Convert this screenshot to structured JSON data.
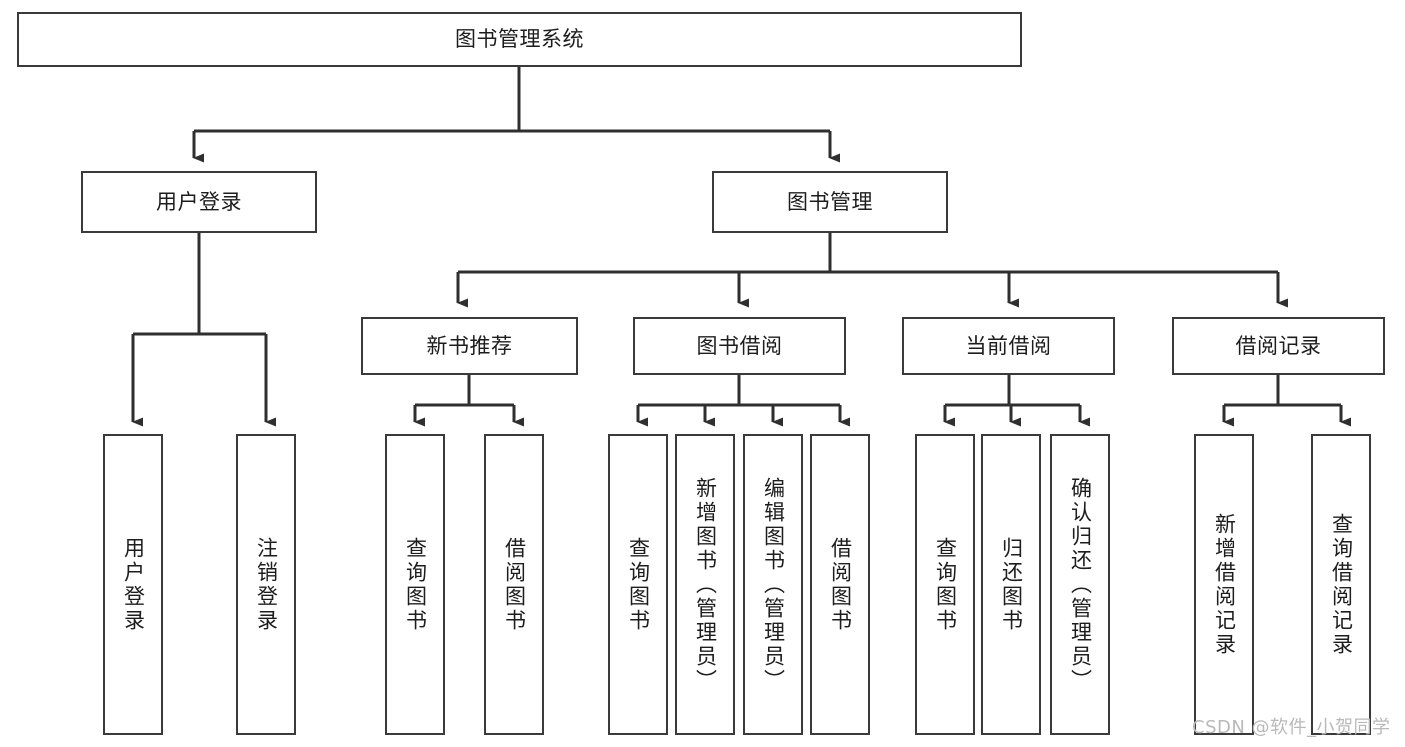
{
  "diagram": {
    "title": "图书管理系统",
    "type": "功能结构图",
    "colors": {
      "border": "#3a3a3a",
      "background": "#ffffff",
      "text": "#1d1d1d",
      "edge": "#2f2f2f",
      "watermark": "#b9b9b9"
    },
    "root": {
      "label": "图书管理系统"
    },
    "level2": [
      {
        "label": "用户登录"
      },
      {
        "label": "图书管理"
      }
    ],
    "level3": [
      {
        "label": "新书推荐"
      },
      {
        "label": "图书借阅"
      },
      {
        "label": "当前借阅"
      },
      {
        "label": "借阅记录"
      }
    ],
    "leaves": {
      "user_login": [
        {
          "label": "用户登录"
        },
        {
          "label": "注销登录"
        }
      ],
      "new_book_recommend": [
        {
          "label": "查询图书"
        },
        {
          "label": "借阅图书"
        }
      ],
      "book_borrow": [
        {
          "label": "查询图书"
        },
        {
          "label": "新增图书（管理员）"
        },
        {
          "label": "编辑图书（管理员）"
        },
        {
          "label": "借阅图书"
        }
      ],
      "current_borrow": [
        {
          "label": "查询图书"
        },
        {
          "label": "归还图书"
        },
        {
          "label": "确认归还（管理员）"
        }
      ],
      "borrow_record": [
        {
          "label": "新增借阅记录"
        },
        {
          "label": "查询借阅记录"
        }
      ]
    }
  },
  "watermark": {
    "text": "CSDN @软件_小贺同学"
  }
}
